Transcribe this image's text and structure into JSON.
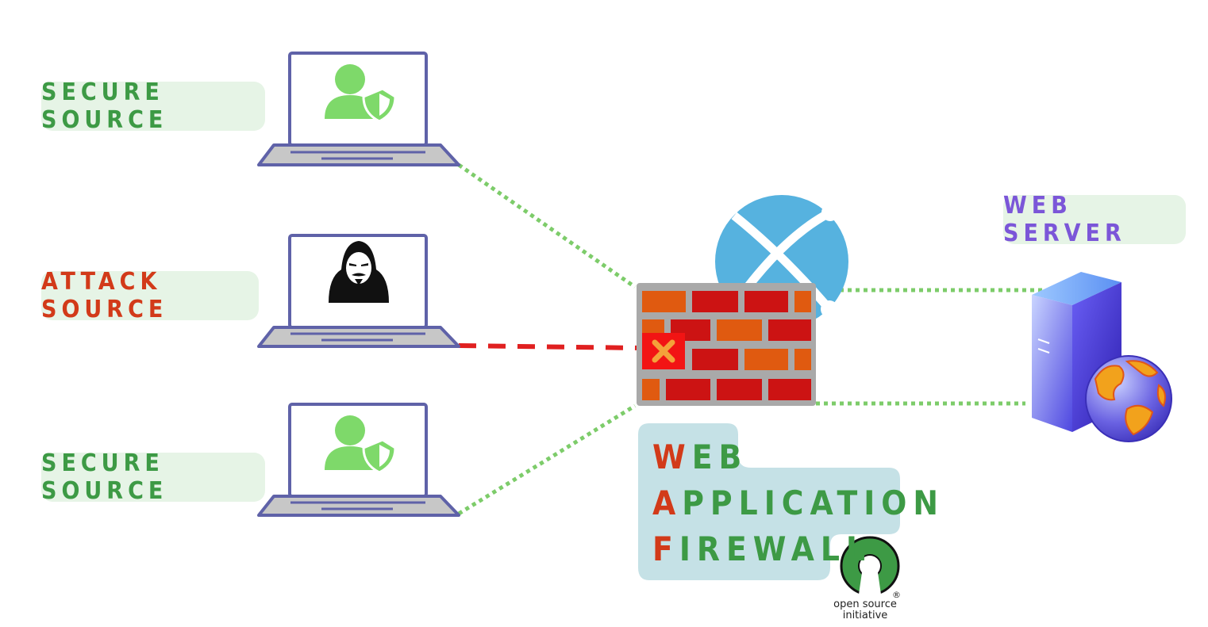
{
  "sources": [
    {
      "label": "SECURE SOURCE",
      "kind": "secure"
    },
    {
      "label": "ATTACK SOURCE",
      "kind": "attack"
    },
    {
      "label": "SECURE SOURCE",
      "kind": "secure"
    }
  ],
  "server": {
    "label": "WEB SERVER"
  },
  "waf": {
    "lines": [
      {
        "first": "W",
        "rest": "EB"
      },
      {
        "first": "A",
        "rest": "PPLICATION"
      },
      {
        "first": "F",
        "rest": "IREWALL"
      }
    ]
  },
  "osi": {
    "line1": "open source",
    "line2": "initiative",
    "mark": "®"
  },
  "colors": {
    "secure": "#3d9a45",
    "attack": "#d23a19",
    "server": "#7b56d8",
    "safe_link": "#7dcc6a",
    "blocked_link": "#e02020"
  },
  "icons": [
    "laptop-icon",
    "user-shield-icon",
    "hacker-icon",
    "globe-network-icon",
    "brick-firewall-icon",
    "block-x-icon",
    "server-tower-icon",
    "globe-icon",
    "osi-logo-icon"
  ]
}
